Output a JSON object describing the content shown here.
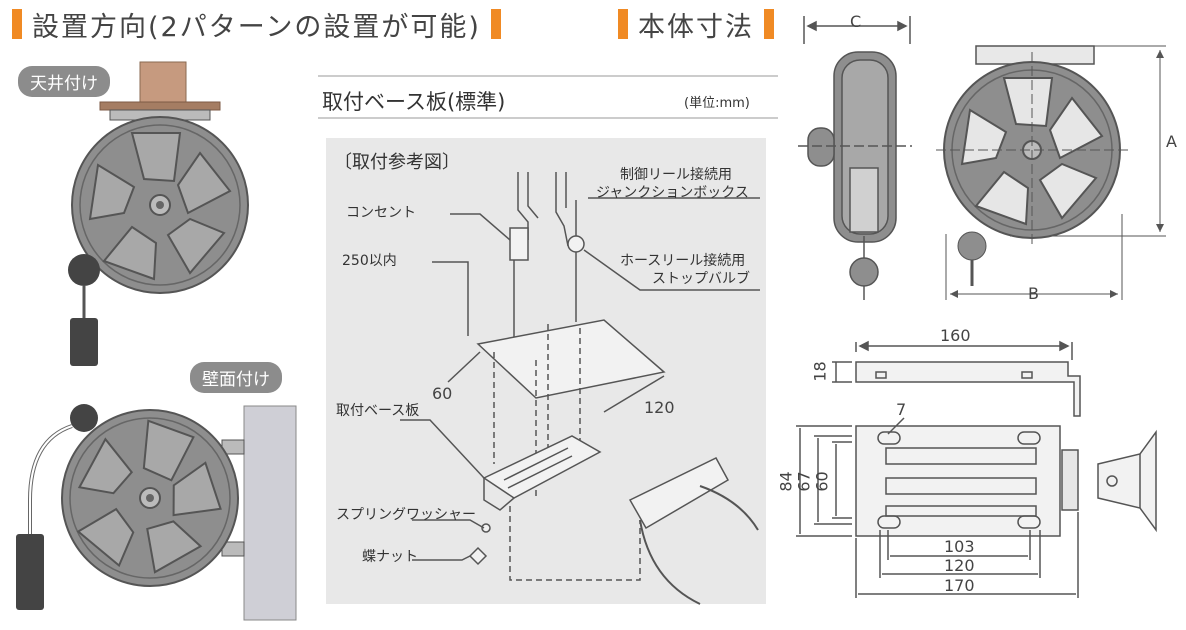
{
  "titles": {
    "orientation": "設置方向(2パターンの設置が可能)",
    "dimensions": "本体寸法"
  },
  "mount_labels": {
    "ceiling": "天井付け",
    "wall": "壁面付け"
  },
  "base_plate": {
    "title": "取付ベース板(標準)",
    "unit": "(単位:mm)"
  },
  "reference": {
    "title": "〔取付参考図〕",
    "callouts": {
      "junction": [
        "制御リール接続用",
        "ジャンクションボックス"
      ],
      "outlet": "コンセント",
      "within": "250以内",
      "valve": [
        "ホースリール接続用",
        "ストップバルブ"
      ],
      "dim_60": "60",
      "dim_120": "120",
      "base_plate": "取付ベース板",
      "washer": "スプリングワッシャー",
      "nut": "蝶ナット"
    }
  },
  "reel_dims": {
    "c": "C",
    "a": "A",
    "b": "B"
  },
  "plate_dims": {
    "d160": "160",
    "d18": "18",
    "d7": "7",
    "d84": "84",
    "d67": "67",
    "d60": "60",
    "d103": "103",
    "d120": "120",
    "d170": "170"
  },
  "colors": {
    "accent": "#f08a24",
    "reel": "#8e8e8e",
    "panel": "#e8e8e8",
    "line": "#555555"
  }
}
